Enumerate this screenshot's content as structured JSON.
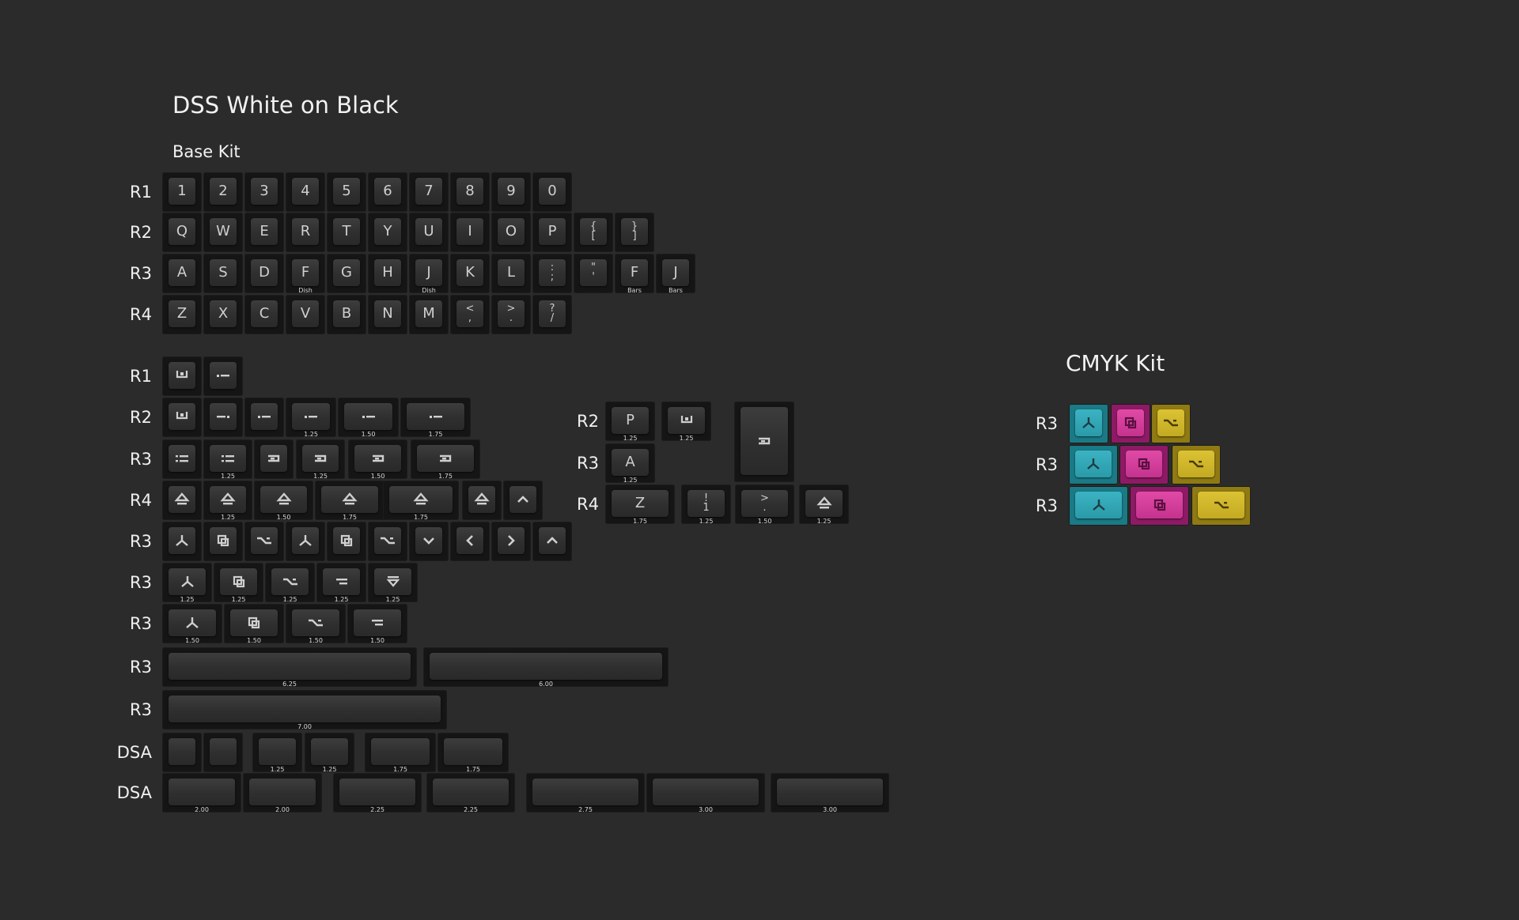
{
  "title": "DSS White on Black",
  "subtitle": "Base Kit",
  "cmyk_title": "CMYK Kit",
  "colors": {
    "background": "#2b2b2b",
    "cyan": "#2a9aa8",
    "magenta": "#c5338e",
    "yellow": "#c3aa22"
  },
  "rows": [
    {
      "label": "R1",
      "keys": [
        {
          "legend": "1"
        },
        {
          "legend": "2"
        },
        {
          "legend": "3"
        },
        {
          "legend": "4"
        },
        {
          "legend": "5"
        },
        {
          "legend": "6"
        },
        {
          "legend": "7"
        },
        {
          "legend": "8"
        },
        {
          "legend": "9"
        },
        {
          "legend": "0"
        }
      ]
    },
    {
      "label": "R2",
      "keys": [
        {
          "legend": "Q"
        },
        {
          "legend": "W"
        },
        {
          "legend": "E"
        },
        {
          "legend": "R"
        },
        {
          "legend": "T"
        },
        {
          "legend": "Y"
        },
        {
          "legend": "U"
        },
        {
          "legend": "I"
        },
        {
          "legend": "O"
        },
        {
          "legend": "P"
        },
        {
          "legend": "{ ["
        },
        {
          "legend": "} ]"
        }
      ]
    },
    {
      "label": "R3",
      "keys": [
        {
          "legend": "A"
        },
        {
          "legend": "S"
        },
        {
          "legend": "D"
        },
        {
          "legend": "F",
          "sub": "Dish"
        },
        {
          "legend": "G"
        },
        {
          "legend": "H"
        },
        {
          "legend": "J",
          "sub": "Dish"
        },
        {
          "legend": "K"
        },
        {
          "legend": "L"
        },
        {
          "legend": ": ;"
        },
        {
          "legend": "\" '"
        },
        {
          "legend": "F",
          "sub": "Bars"
        },
        {
          "legend": "J",
          "sub": "Bars"
        }
      ]
    },
    {
      "label": "R4",
      "keys": [
        {
          "legend": "Z"
        },
        {
          "legend": "X"
        },
        {
          "legend": "C"
        },
        {
          "legend": "V"
        },
        {
          "legend": "B"
        },
        {
          "legend": "N"
        },
        {
          "legend": "M"
        },
        {
          "legend": "< ,"
        },
        {
          "legend": "> ."
        },
        {
          "legend": "? /"
        }
      ]
    },
    {
      "label": "R1",
      "keys": [
        {
          "icon": "backspace"
        },
        {
          "icon": "tab"
        }
      ]
    },
    {
      "label": "R2",
      "keys": [
        {
          "icon": "backspace"
        },
        {
          "icon": "tab-r"
        },
        {
          "icon": "tab"
        },
        {
          "icon": "tab",
          "size": "1.25"
        },
        {
          "icon": "tab",
          "size": "1.50"
        },
        {
          "icon": "tab",
          "size": "1.75"
        }
      ]
    },
    {
      "label": "R3",
      "keys": [
        {
          "icon": "caps"
        },
        {
          "icon": "caps",
          "size": "1.25"
        },
        {
          "icon": "enter"
        },
        {
          "icon": "enter",
          "size": "1.25"
        },
        {
          "icon": "enter",
          "size": "1.50"
        },
        {
          "icon": "enter",
          "size": "1.75"
        }
      ]
    },
    {
      "label": "R4",
      "keys": [
        {
          "icon": "shift"
        },
        {
          "icon": "shift",
          "size": "1.25"
        },
        {
          "icon": "shift",
          "size": "1.50"
        },
        {
          "icon": "shift",
          "size": "1.75"
        },
        {
          "icon": "shift",
          "size": "1.75"
        },
        {
          "icon": "shift"
        },
        {
          "icon": "up"
        }
      ]
    },
    {
      "label": "R3",
      "keys": [
        {
          "icon": "ctrl"
        },
        {
          "icon": "cmd"
        },
        {
          "icon": "alt"
        },
        {
          "icon": "ctrl"
        },
        {
          "icon": "cmd"
        },
        {
          "icon": "alt"
        },
        {
          "icon": "down"
        },
        {
          "icon": "left"
        },
        {
          "icon": "right"
        },
        {
          "icon": "up"
        }
      ]
    },
    {
      "label": "R3",
      "keys": [
        {
          "icon": "ctrl",
          "size": "1.25"
        },
        {
          "icon": "cmd",
          "size": "1.25"
        },
        {
          "icon": "alt",
          "size": "1.25"
        },
        {
          "icon": "menu",
          "size": "1.25"
        },
        {
          "icon": "fn",
          "size": "1.25"
        }
      ]
    },
    {
      "label": "R3",
      "keys": [
        {
          "icon": "ctrl",
          "size": "1.50"
        },
        {
          "icon": "cmd",
          "size": "1.50"
        },
        {
          "icon": "alt",
          "size": "1.50"
        },
        {
          "icon": "menu",
          "size": "1.50"
        }
      ]
    },
    {
      "label": "R3",
      "keys": [
        {
          "size": "6.25"
        },
        {
          "size": "6.00"
        }
      ]
    },
    {
      "label": "R3",
      "keys": [
        {
          "size": "7.00"
        }
      ]
    },
    {
      "label": "DSA",
      "keys": [
        {},
        {},
        {
          "size": "1.25"
        },
        {
          "size": "1.25"
        },
        {
          "size": "1.75"
        },
        {
          "size": "1.75"
        }
      ]
    },
    {
      "label": "DSA",
      "keys": [
        {
          "size": "2.00"
        },
        {
          "size": "2.00"
        },
        {
          "size": "2.25"
        },
        {
          "size": "2.25"
        },
        {
          "size": "2.75"
        },
        {
          "size": "3.00"
        },
        {
          "size": "3.00"
        }
      ]
    }
  ],
  "extra_rows": [
    {
      "label": "R2",
      "keys": [
        {
          "legend": "P",
          "size": "1.25"
        },
        {
          "icon": "backspace",
          "size": "1.25"
        }
      ]
    },
    {
      "label": "R3",
      "keys": [
        {
          "legend": "A",
          "size": "1.25"
        }
      ]
    },
    {
      "label": "R4",
      "keys": [
        {
          "legend": "Z",
          "size": "1.75"
        },
        {
          "legend": "! 1",
          "size": "1.25"
        },
        {
          "legend": "> .",
          "size": "1.50"
        },
        {
          "icon": "shift",
          "size": "1.25"
        }
      ]
    },
    {
      "label": "iso-enter",
      "keys": [
        {
          "icon": "enter"
        }
      ]
    }
  ],
  "cmyk_rows": [
    {
      "label": "R3",
      "keys": [
        {
          "icon": "ctrl",
          "color": "cyan"
        },
        {
          "icon": "cmd",
          "color": "magenta"
        },
        {
          "icon": "alt",
          "color": "yellow"
        }
      ]
    },
    {
      "label": "R3",
      "keys": [
        {
          "icon": "ctrl",
          "color": "cyan"
        },
        {
          "icon": "cmd",
          "color": "magenta"
        },
        {
          "icon": "alt",
          "color": "yellow"
        }
      ]
    },
    {
      "label": "R3",
      "keys": [
        {
          "icon": "ctrl",
          "color": "cyan"
        },
        {
          "icon": "cmd",
          "color": "magenta"
        },
        {
          "icon": "alt",
          "color": "yellow"
        }
      ]
    }
  ]
}
